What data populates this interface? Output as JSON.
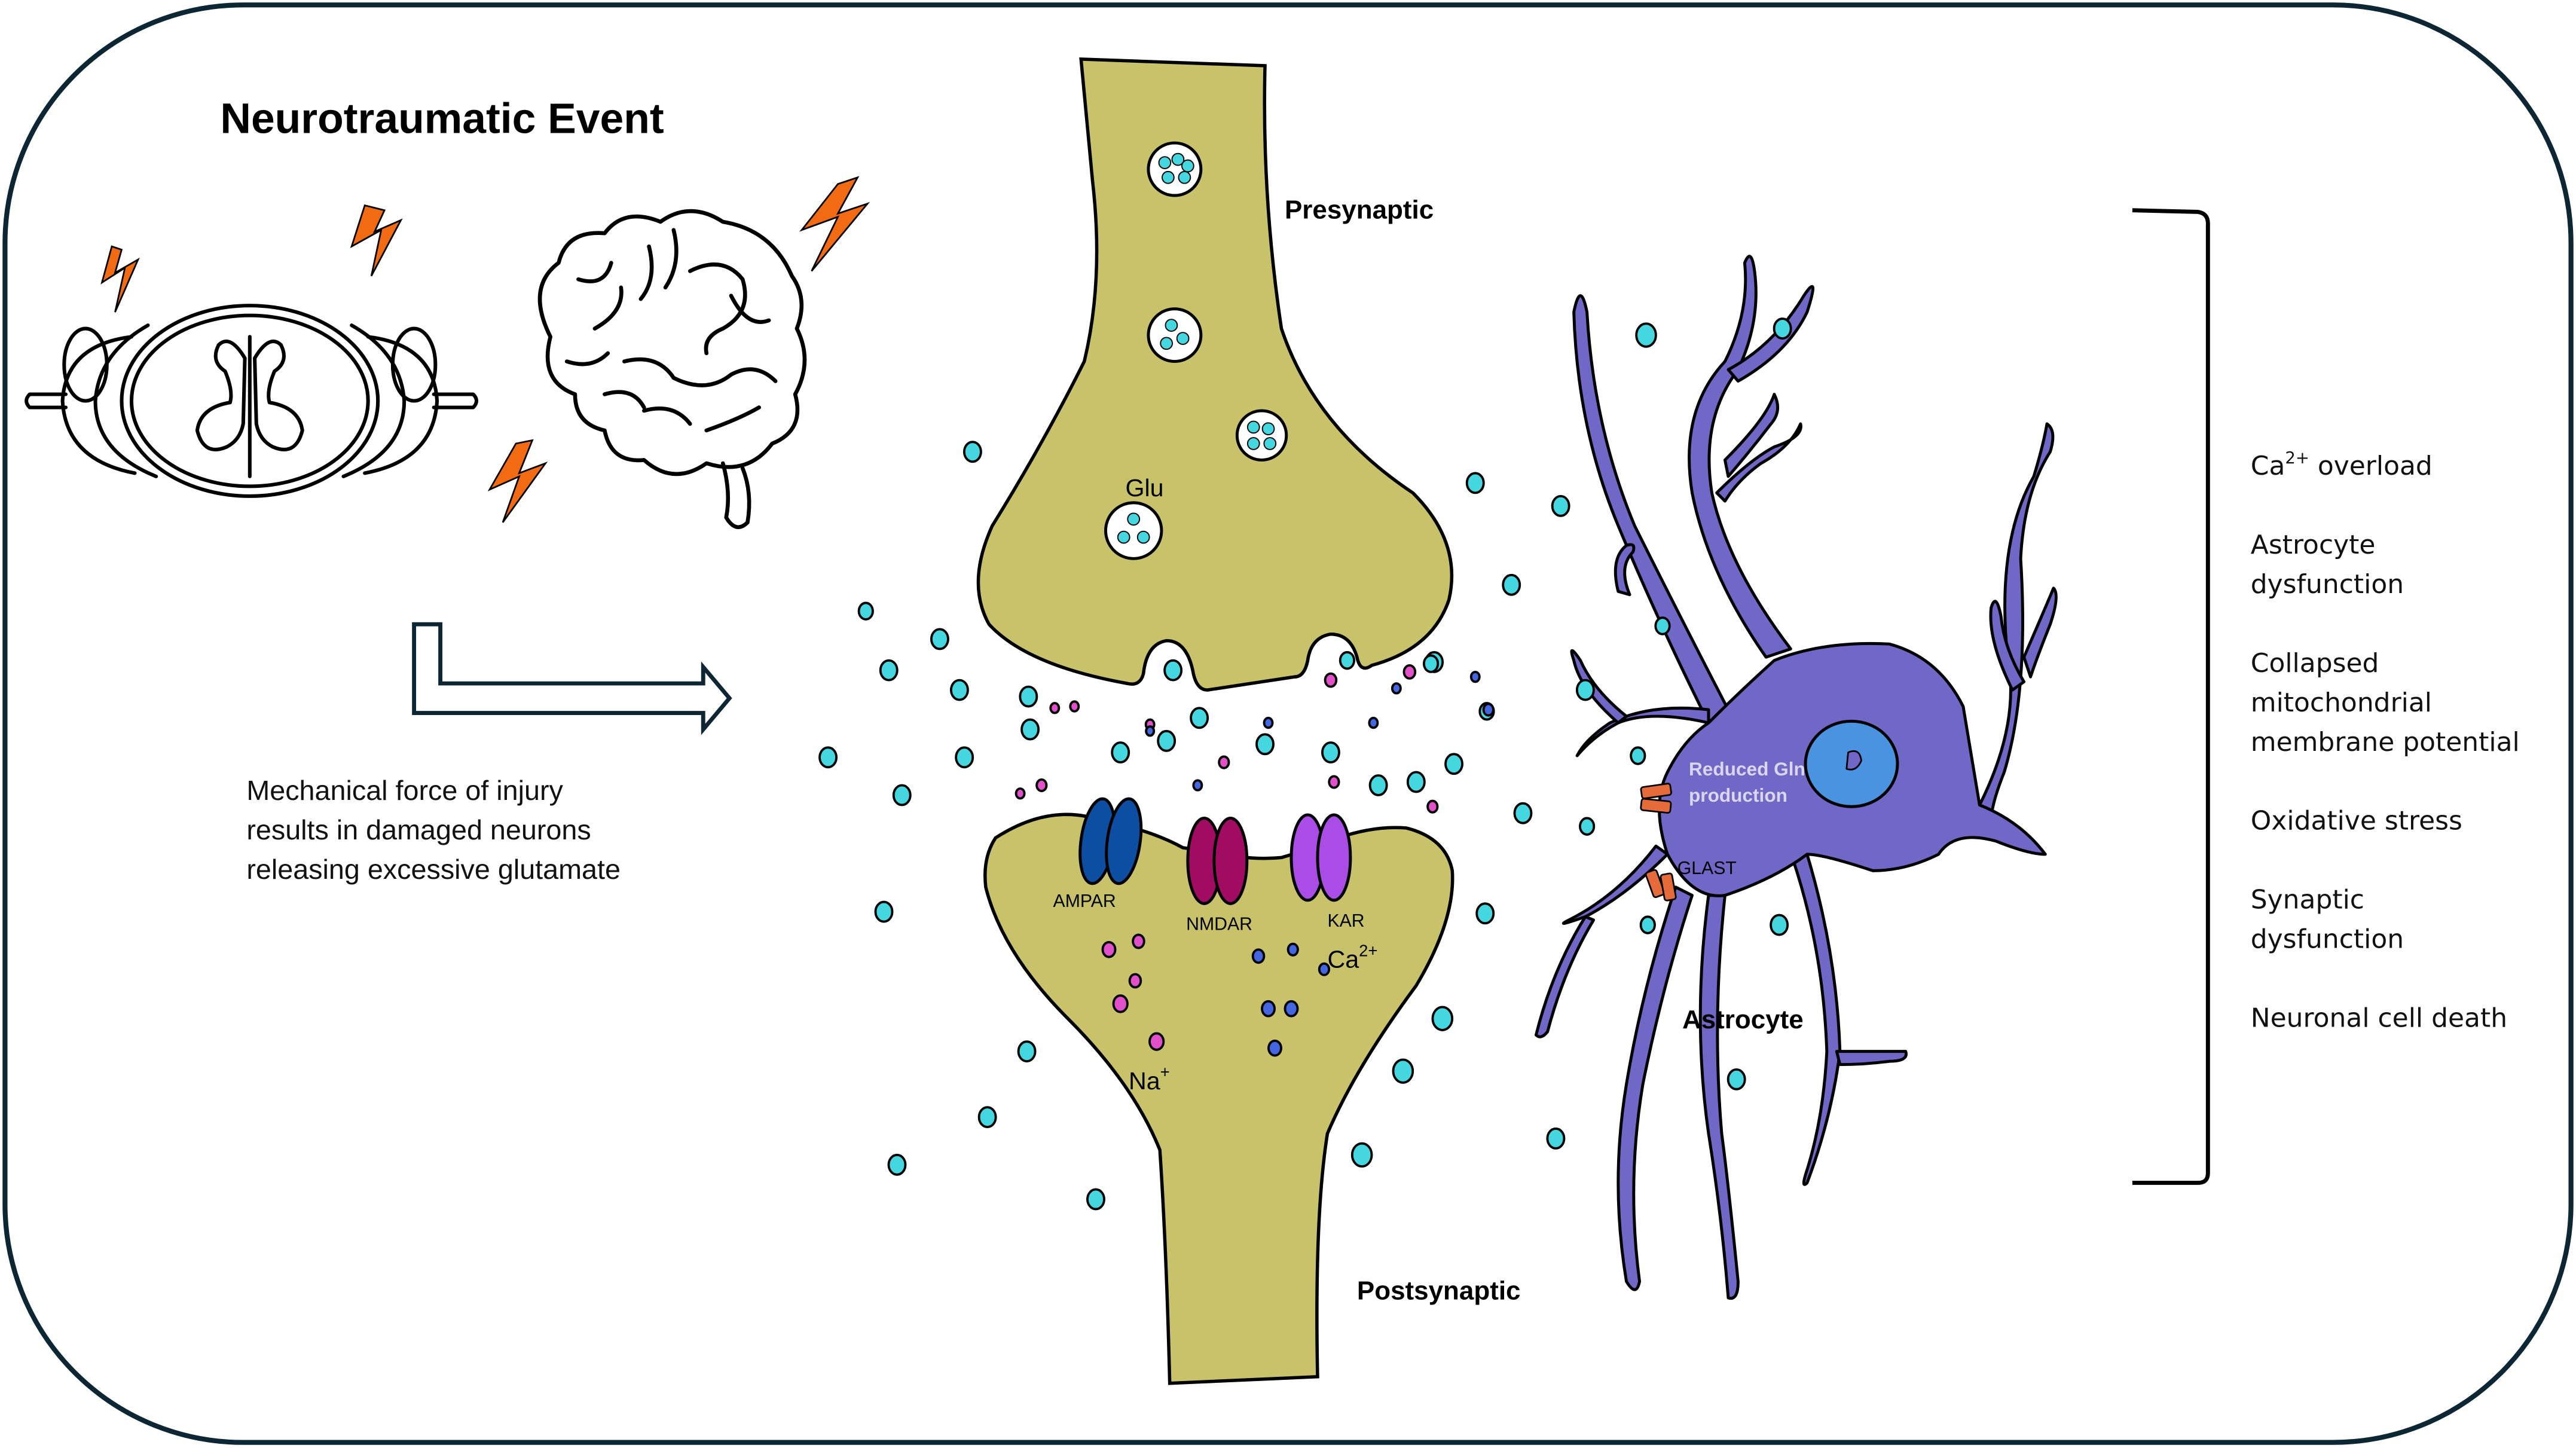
{
  "title": "Neurotraumatic Event",
  "injury_description": [
    "Mechanical force of injury",
    "results in damaged neurons",
    "releasing excessive glutamate"
  ],
  "labels": {
    "presynaptic": "Presynaptic",
    "postsynaptic": "Postsynaptic",
    "astrocyte": "Astrocyte",
    "glutamate": "Glu",
    "sodium": {
      "base": "Na",
      "sup": "+"
    },
    "calcium": {
      "base": "Ca",
      "sup": "2+"
    },
    "glast": "GLAST",
    "gln_line1": "Reduced Gln",
    "gln_line2": "production"
  },
  "receptors": [
    {
      "name": "AMPAR",
      "color": "#0b4ea2"
    },
    {
      "name": "NMDAR",
      "color": "#a10c62"
    },
    {
      "name": "KAR",
      "color": "#a94de6"
    }
  ],
  "outcomes": [
    {
      "lines": [
        {
          "base": "Ca",
          "sup": "2+",
          "rest": " overload"
        }
      ]
    },
    {
      "lines": [
        {
          "base": "Astrocyte"
        },
        {
          "base": "dysfunction"
        }
      ]
    },
    {
      "lines": [
        {
          "base": "Collapsed"
        },
        {
          "base": "mitochondrial"
        },
        {
          "base": "membrane potential"
        }
      ]
    },
    {
      "lines": [
        {
          "base": "Oxidative stress"
        }
      ]
    },
    {
      "lines": [
        {
          "base": "Synaptic"
        },
        {
          "base": "dysfunction"
        }
      ]
    },
    {
      "lines": [
        {
          "base": "Neuronal cell death"
        }
      ]
    }
  ],
  "colors": {
    "border": "#0c2634",
    "neuron_fill": "#c8c26a",
    "astrocyte_fill": "#7067c6",
    "nucleus_fill": "#4a93e0",
    "glutamate": "#45d7e0",
    "sodium_ion": "#e050c8",
    "calcium_ion": "#4466e0",
    "transporter": "#e56b3a",
    "lightning": "#f26b12"
  }
}
